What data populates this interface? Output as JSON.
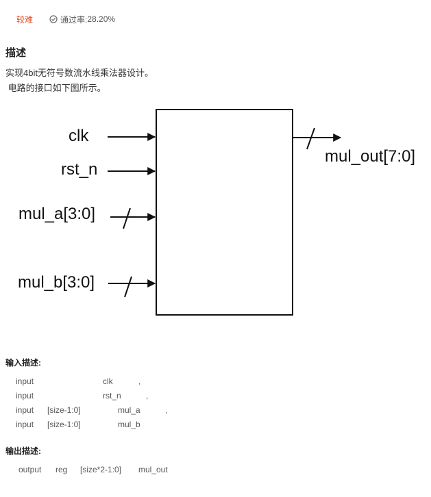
{
  "meta": {
    "difficulty": "较难",
    "pass_rate_label": "通过率:",
    "pass_rate": "28.20%",
    "icon": "check-circle-icon",
    "difficulty_color": "#e0522b"
  },
  "description": {
    "title": "描述",
    "line1": "实现4bit无符号数流水线乘法器设计。",
    "line2": " 电路的接口如下图所示。"
  },
  "diagram": {
    "inputs": [
      "clk",
      "rst_n",
      "mul_a[3:0]",
      "mul_b[3:0]"
    ],
    "output": "mul_out[7:0]"
  },
  "input_desc": {
    "title": "输入描述:",
    "rows": [
      {
        "dir": "input",
        "width": "",
        "name": "clk",
        "sep": ","
      },
      {
        "dir": "input",
        "width": "",
        "name": "rst_n",
        "sep": ","
      },
      {
        "dir": "input",
        "width": "[size-1:0]",
        "name": "mul_a",
        "sep": ","
      },
      {
        "dir": "input",
        "width": "[size-1:0]",
        "name": "mul_b",
        "sep": ""
      }
    ]
  },
  "output_desc": {
    "title": "输出描述:",
    "row": {
      "dir": "output",
      "type": "reg",
      "width": "[size*2-1:0]",
      "name": "mul_out"
    }
  }
}
